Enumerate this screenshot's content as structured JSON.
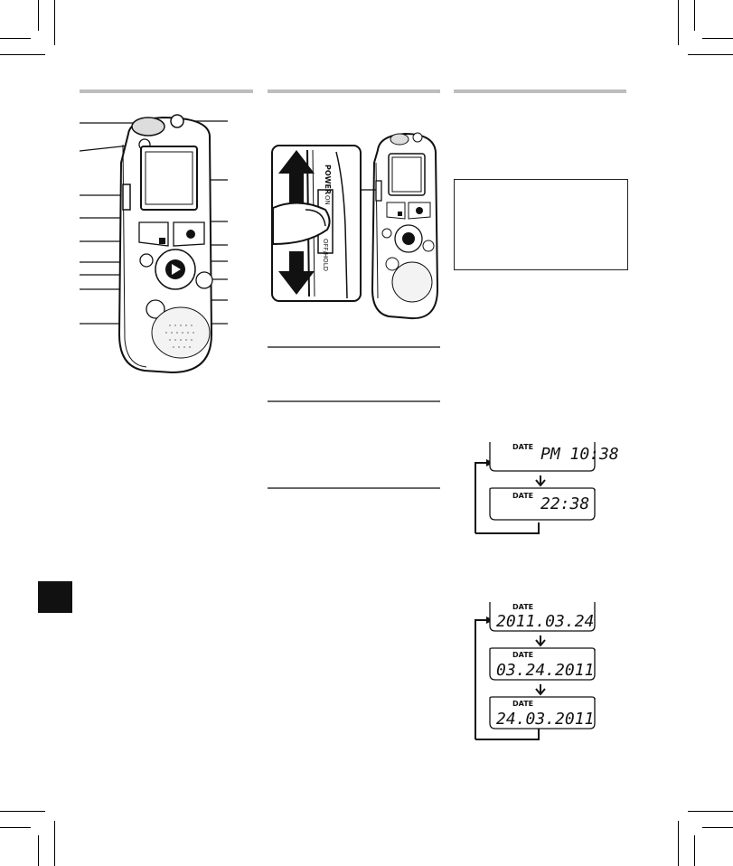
{
  "page": {
    "background": "#ffffff",
    "accent_rule": "#bdbdbd",
    "ink": "#111111"
  },
  "icons": {
    "recorder_front": "voice-recorder-front-icon",
    "hold_switch": "power-hold-switch-icon",
    "recorder_side": "voice-recorder-side-icon",
    "arrow_up": "arrow-up-icon",
    "arrow_down": "arrow-down-icon",
    "lang_tab": "language-tab-marker"
  },
  "switch_labels": {
    "power": "POWER",
    "on": "ON",
    "off": "OFF",
    "hold": "/HOLD"
  },
  "time_format": {
    "label": "DATE",
    "screens": [
      {
        "label": "DATE",
        "value": "PM 10:38"
      },
      {
        "label": "DATE",
        "value": "22:38"
      }
    ]
  },
  "date_format": {
    "screens": [
      {
        "label": "DATE",
        "value": "2011.03.24"
      },
      {
        "label": "DATE",
        "value": "03.24.2011"
      },
      {
        "label": "DATE",
        "value": "24.03.2011"
      }
    ]
  }
}
